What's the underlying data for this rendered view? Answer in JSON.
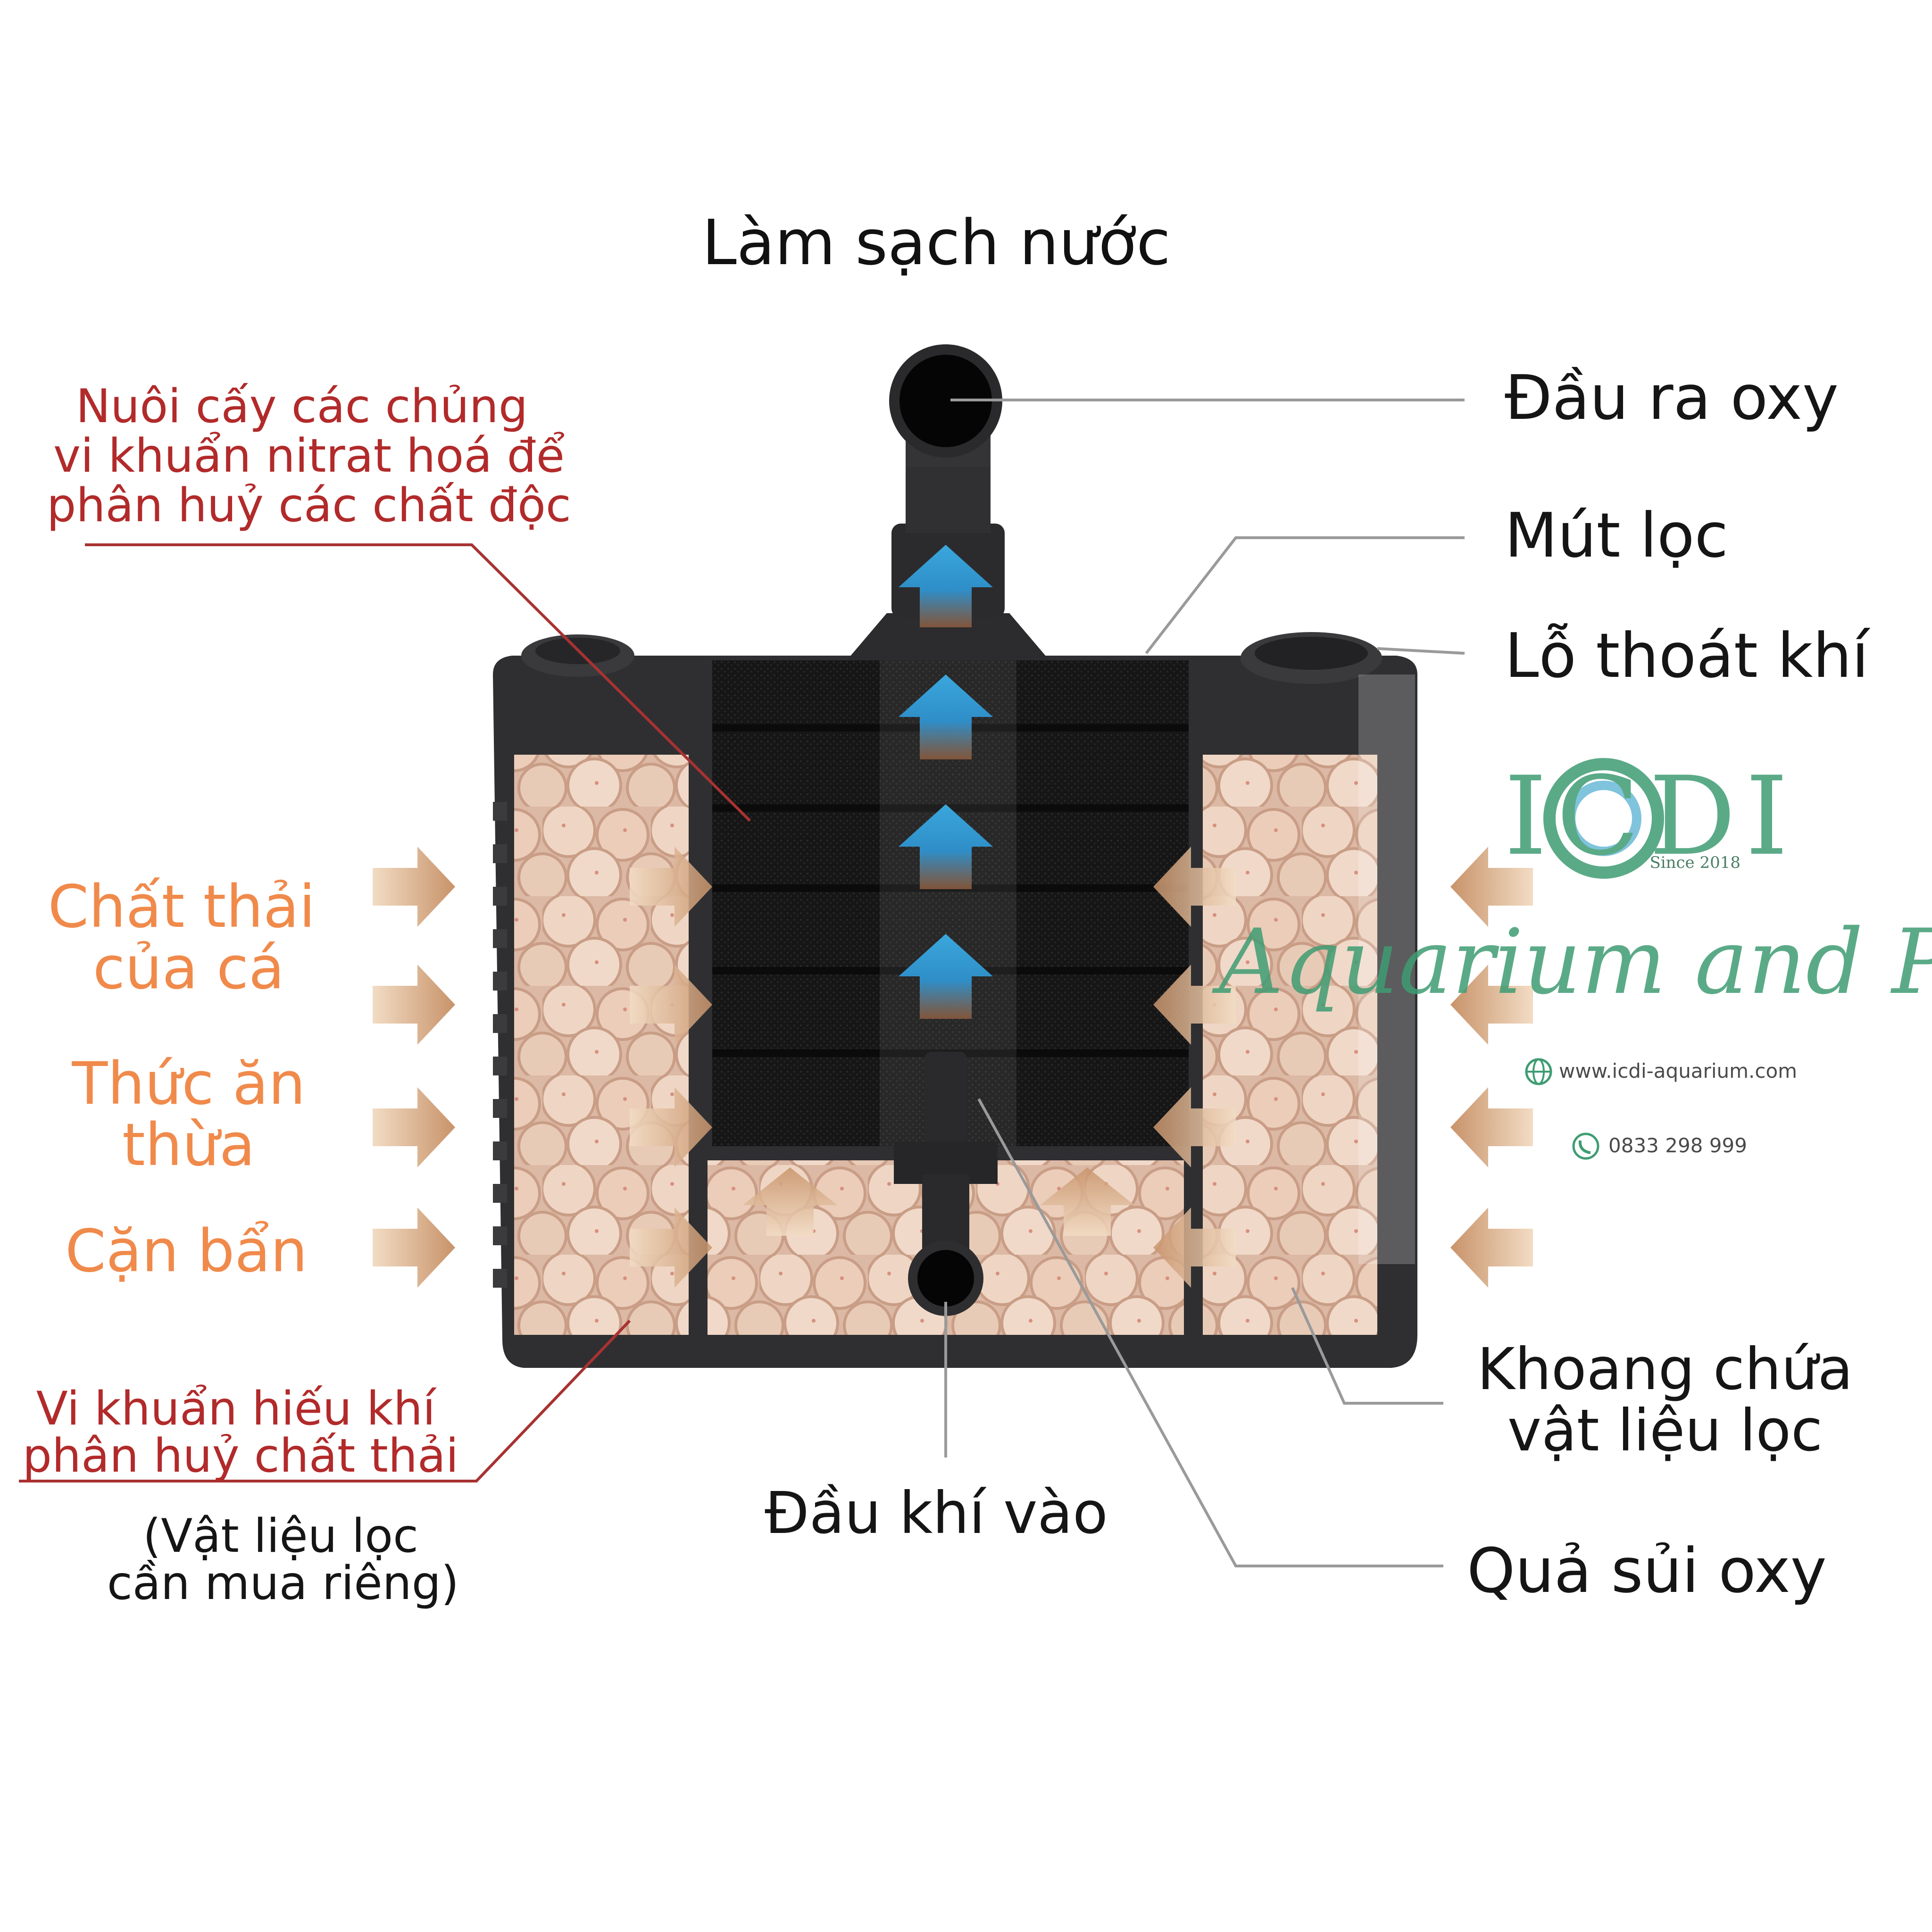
{
  "title": "Làm sạch nước",
  "right_labels": {
    "oxygen_outlet": "Đầu ra oxy",
    "filter_sponge": "Mút lọc",
    "air_vent": "Lỗ thoát khí",
    "media_chamber_line1": "Khoang chứa",
    "media_chamber_line2": "vật liệu lọc",
    "air_stone": "Quả sủi oxy"
  },
  "bottom_label": "Đầu khí vào",
  "left_labels": {
    "nitrifying_line1": "Nuôi cấy các chủng",
    "nitrifying_line2": "vi khuẩn nitrat hoá để",
    "nitrifying_line3": "phân huỷ các chất độc",
    "fish_waste_line1": "Chất thải",
    "fish_waste_line2": "của cá",
    "leftover_food_line1": "Thức ăn",
    "leftover_food_line2": "thừa",
    "debris": "Cặn bẩn",
    "aerobic_line1": "Vi khuẩn hiếu khí",
    "aerobic_line2": "phân huỷ chất thải",
    "note_line1": "(Vật liệu lọc",
    "note_line2": "cần mua riêng)"
  },
  "brand": {
    "logo_text": "ICDI",
    "since": "Since 2018",
    "tagline": "Aquarium and Pets",
    "website": "www.icdi-aquarium.com",
    "phone": "0833 298 999"
  },
  "colors": {
    "title_text": "#111111",
    "red_label": "#b22a2a",
    "orange_label": "#f08a4b",
    "black_label": "#151515",
    "leader_gray": "#9a9a9a",
    "leader_red": "#a83232",
    "up_arrow": "#3aa7dc",
    "flow_arrow": "#e6c9a8",
    "brand_green": "#3f9c73",
    "filter_body": "#2f2f31",
    "media_ball": "#e9c9b3"
  },
  "icons": [
    "upward-flow-arrow",
    "inward-flow-arrow",
    "globe-icon",
    "phone-icon"
  ]
}
